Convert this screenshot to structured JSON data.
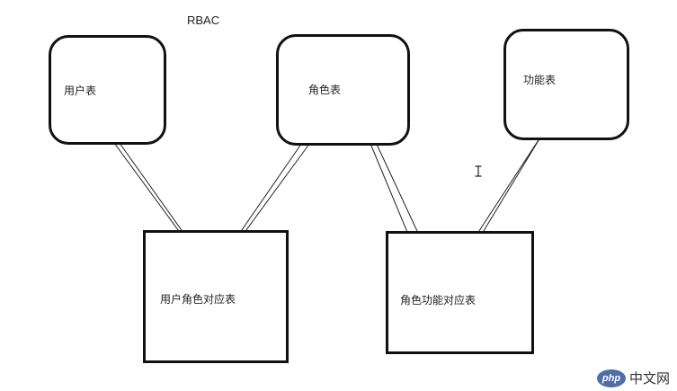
{
  "diagram": {
    "title": "RBAC",
    "nodes": {
      "user_table": "用户表",
      "role_table": "角色表",
      "func_table": "功能表",
      "user_role_table": "用户角色对应表",
      "role_func_table": "角色功能对应表"
    }
  },
  "watermark": {
    "logo_text": "php",
    "text": "中文网"
  },
  "colors": {
    "stroke": "#111111",
    "background": "#ffffff",
    "watermark_logo": "#4f6ea8"
  }
}
